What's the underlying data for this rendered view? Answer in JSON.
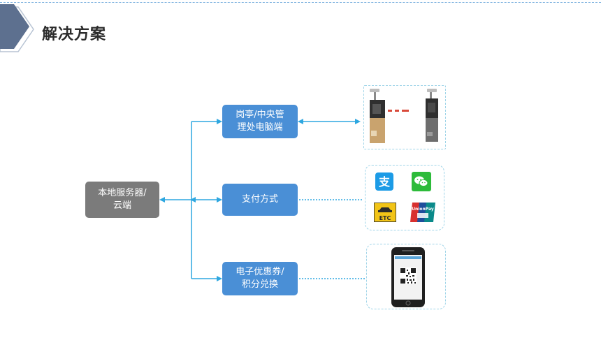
{
  "page": {
    "title": "解决方案"
  },
  "nodes": {
    "server": "本地服务器/\n云端",
    "booth": "岗亭/中央管\n理处电脑端",
    "payment": "支付方式",
    "coupon": "电子优惠券/\n积分兑换"
  },
  "images": {
    "barrier_gate": "barrier-gate-image",
    "payment_logos": [
      "alipay-icon",
      "wechat-pay-icon",
      "etc-icon",
      "unionpay-icon"
    ],
    "payment_logo_text": {
      "etc": "ETC",
      "unionpay": "UnionPay"
    },
    "phone": "phone-qr-code-image"
  },
  "colors": {
    "accent": "#4a8fd6",
    "connector": "#2ea7e0",
    "server": "#7b7b7b",
    "frame": "#9fd4e8"
  }
}
